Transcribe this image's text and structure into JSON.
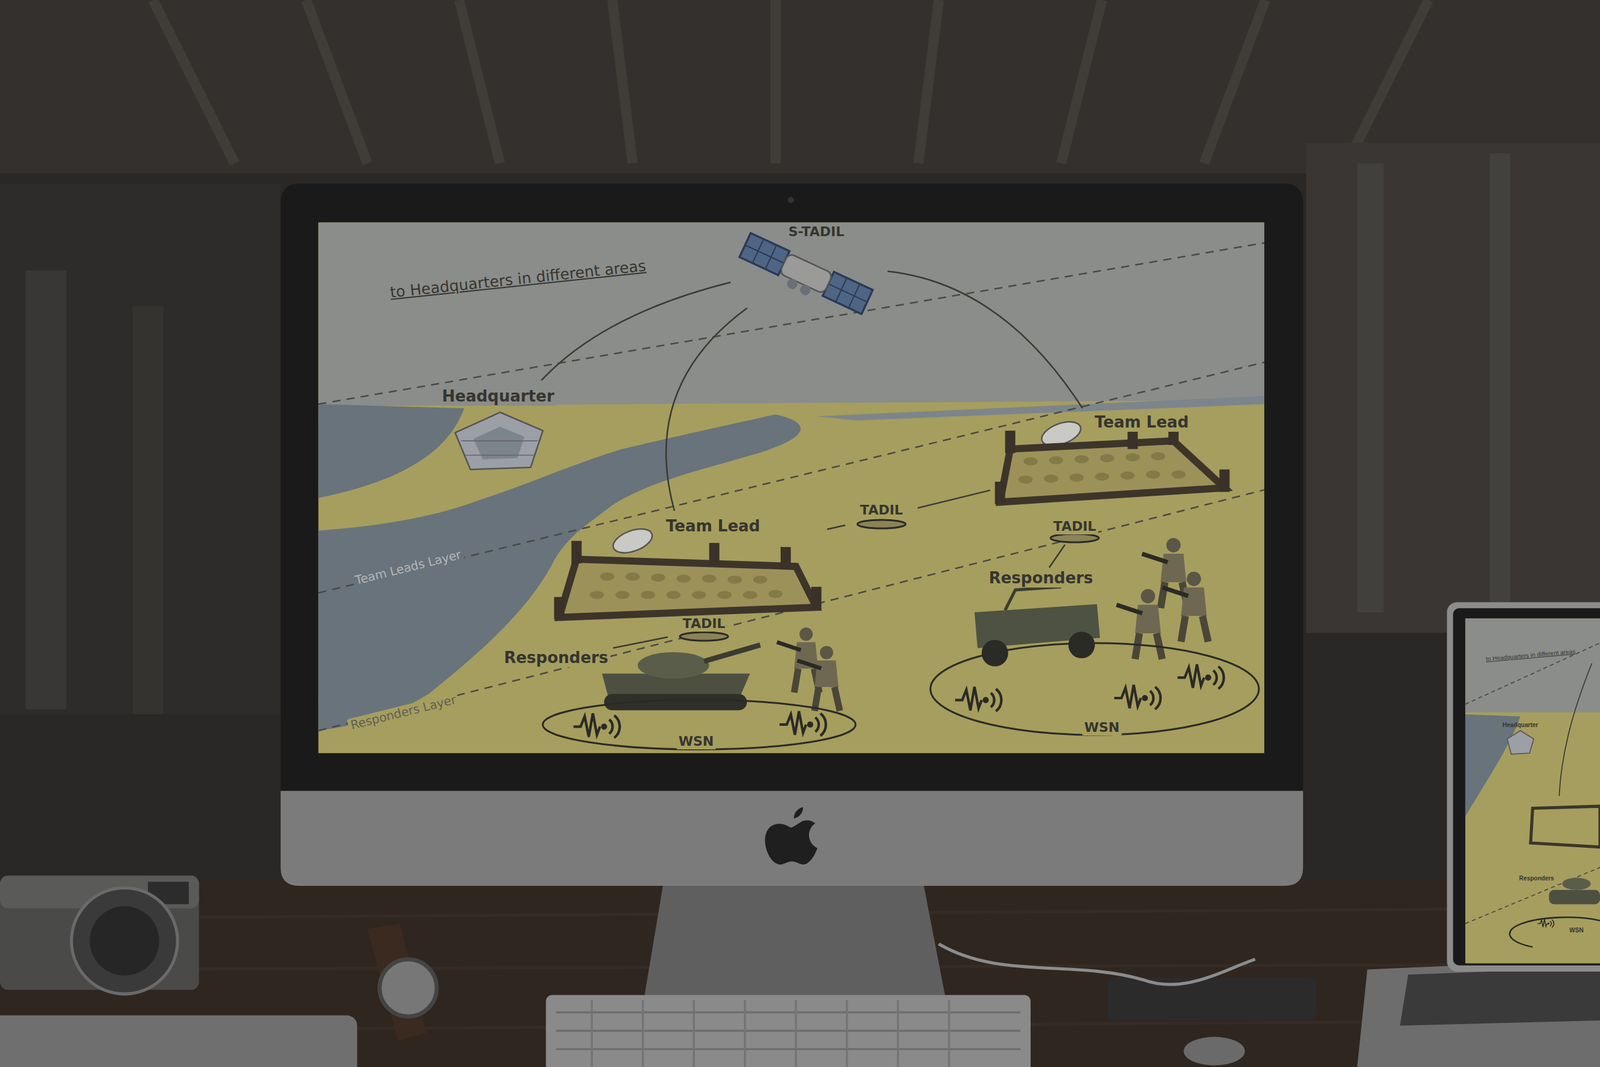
{
  "diagram": {
    "nodes": [
      {
        "text": [
          "S-TADIL"
        ]
      },
      {
        "text": [
          "Headquarter"
        ]
      },
      {
        "text": [
          "Team Lead"
        ]
      },
      {
        "text": [
          "TADIL"
        ]
      },
      {
        "text": [
          "Team Lead"
        ]
      },
      {
        "text": [
          "TADIL"
        ]
      },
      {
        "text": [
          "Responders"
        ]
      },
      {
        "text": [
          "WSN"
        ]
      },
      {
        "text": [
          "TADIL"
        ]
      },
      {
        "text": [
          "Responders"
        ]
      },
      {
        "text": [
          "WSN"
        ]
      }
    ],
    "edges": [
      {
        "from": 0,
        "to": 1,
        "arrow": "none"
      },
      {
        "from": 0,
        "to": 2,
        "arrow": "none"
      },
      {
        "from": 0,
        "to": 4,
        "arrow": "none"
      },
      {
        "from": 2,
        "to": 3,
        "arrow": "none"
      },
      {
        "from": 3,
        "to": 4,
        "arrow": "none"
      },
      {
        "from": 5,
        "to": 6,
        "arrow": "none"
      },
      {
        "from": 8,
        "to": 9,
        "arrow": "none"
      }
    ],
    "labels": [
      "to Headquarters in different areas",
      "Team Leads Layer",
      "Responders Layer",
      "to Headquarters in different areas",
      "Headquarter",
      "Responders",
      "WSN"
    ]
  }
}
